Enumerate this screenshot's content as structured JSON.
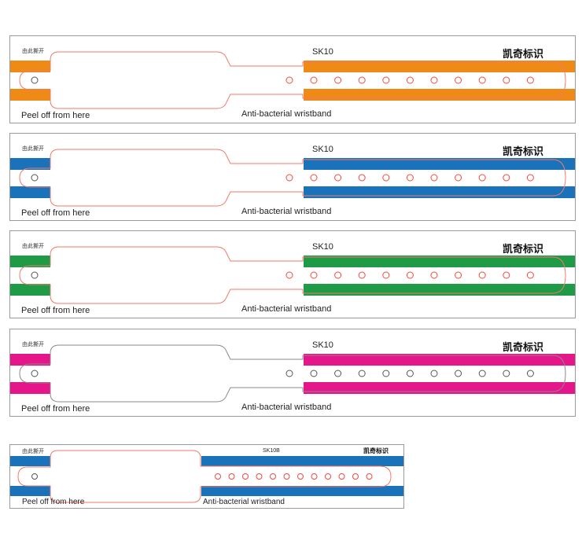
{
  "bands": [
    {
      "id": "orange",
      "color": "#f08a16",
      "outline": "#f07a6a",
      "tear_label": "由此撕开",
      "model": "SK10",
      "brand": "凯奇标识",
      "peel_text": "Peel off from here",
      "product_text": "Anti-bacterial wristband"
    },
    {
      "id": "blue",
      "color": "#1a72bb",
      "outline": "#f07a6a",
      "tear_label": "由此撕开",
      "model": "SK10",
      "brand": "凯奇标识",
      "peel_text": "Peel off from here",
      "product_text": "Anti-bacterial wristband"
    },
    {
      "id": "green",
      "color": "#1f9a46",
      "outline": "#f07a6a",
      "tear_label": "由此撕开",
      "model": "SK10",
      "brand": "凯奇标识",
      "peel_text": "Peel off from here",
      "product_text": "Anti-bacterial wristband"
    },
    {
      "id": "magenta",
      "color": "#e5158a",
      "outline": "#8a8a8a",
      "tear_label": "由此撕开",
      "model": "SK10",
      "brand": "凯奇标识",
      "peel_text": "Peel off from here",
      "product_text": "Anti-bacterial wristband"
    },
    {
      "id": "blue-small",
      "color": "#1a72bb",
      "outline": "#f07a6a",
      "tear_label": "由此撕开",
      "model": "SK10B",
      "brand": "凯奇标识",
      "peel_text": "Peel off from here",
      "product_text": "Anti-bacterial wristband"
    }
  ]
}
